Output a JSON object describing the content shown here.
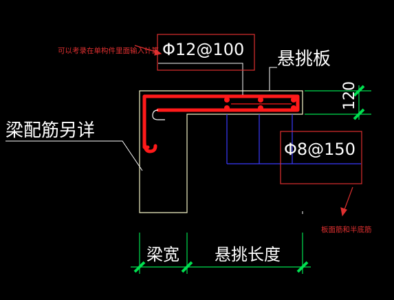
{
  "labels": {
    "top_rebar": "Φ12@100",
    "slab_name": "悬挑板",
    "thickness": "120",
    "beam_note": "梁配筋另详",
    "bottom_rebar": "Φ8@150",
    "beam_width": "梁宽",
    "overhang_length": "悬挑长度"
  },
  "annotations": {
    "component_note": "可以考录在单构件里面输入计算",
    "bar_note": "板面筋和半底筋"
  },
  "colors": {
    "background": "#000000",
    "outline": "#F5F5C8",
    "leader": "#FFFFFF",
    "rebar": "#FF1A1A",
    "distribution": "#3B3BFF",
    "dimension": "#00E050",
    "callout": "#E03030"
  }
}
